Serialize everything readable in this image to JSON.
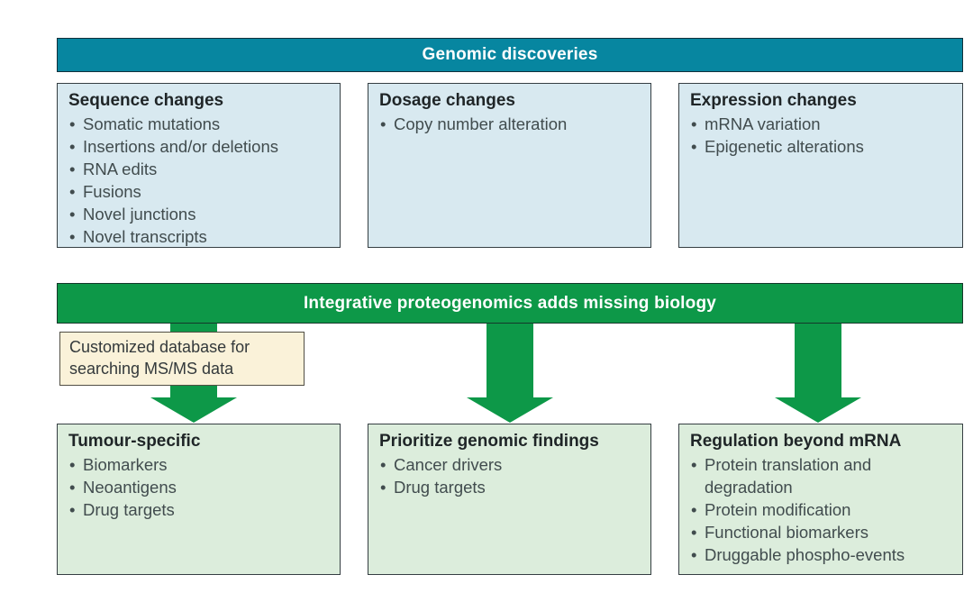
{
  "colors": {
    "teal": "#0786A0",
    "green": "#0D9848",
    "light_blue": "#D8E9F0",
    "light_green": "#DCEDDC",
    "cream": "#FAF2D9"
  },
  "banners": {
    "top": "Genomic discoveries",
    "middle": "Integrative proteogenomics adds missing biology"
  },
  "callout": {
    "text": "Customized database for searching MS/MS data"
  },
  "genomic_boxes": [
    {
      "title": "Sequence changes",
      "items": [
        "Somatic mutations",
        "Insertions and/or deletions",
        "RNA edits",
        "Fusions",
        "Novel junctions",
        "Novel transcripts"
      ]
    },
    {
      "title": "Dosage changes",
      "items": [
        "Copy number alteration"
      ]
    },
    {
      "title": "Expression changes",
      "items": [
        "mRNA variation",
        "Epigenetic alterations"
      ]
    }
  ],
  "outcome_boxes": [
    {
      "title": "Tumour-specific",
      "items": [
        "Biomarkers",
        "Neoantigens",
        "Drug targets"
      ]
    },
    {
      "title": "Prioritize genomic findings",
      "items": [
        "Cancer drivers",
        "Drug targets"
      ]
    },
    {
      "title": "Regulation beyond mRNA",
      "items": [
        "Protein translation and degradation",
        "Protein modification",
        "Functional biomarkers",
        "Druggable phospho-events"
      ]
    }
  ]
}
